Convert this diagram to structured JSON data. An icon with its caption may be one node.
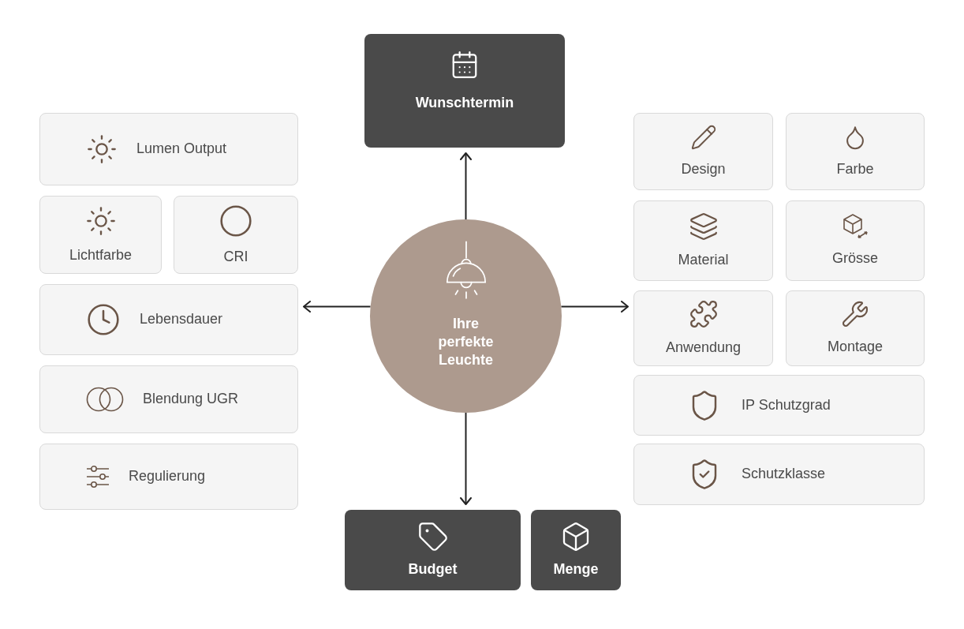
{
  "diagram": {
    "nodes": [
      {
        "text": [
          "Wunschtermin"
        ]
      },
      {
        "text": [
          "Lumen Output"
        ]
      },
      {
        "text": [
          "Lichtfarbe"
        ]
      },
      {
        "text": [
          "CRI"
        ]
      },
      {
        "text": [
          "Lebensdauer"
        ]
      },
      {
        "text": [
          "Blendung UGR"
        ]
      },
      {
        "text": [
          "Regulierung"
        ]
      },
      {
        "text": [
          "Ihre perfekte Leuchte"
        ]
      },
      {
        "text": [
          "Design"
        ]
      },
      {
        "text": [
          "Farbe"
        ]
      },
      {
        "text": [
          "Material"
        ]
      },
      {
        "text": [
          "Grösse"
        ]
      },
      {
        "text": [
          "Anwendung"
        ]
      },
      {
        "text": [
          "Montage"
        ]
      },
      {
        "text": [
          "IP Schutzgrad"
        ]
      },
      {
        "text": [
          "Schutzklasse"
        ]
      },
      {
        "text": [
          "Budget"
        ]
      },
      {
        "text": [
          "Menge"
        ]
      }
    ],
    "edges": [
      {
        "from": 7,
        "to": 0,
        "arrow": "to"
      },
      {
        "from": 7,
        "to": 4,
        "arrow": "to"
      },
      {
        "from": 7,
        "to": 12,
        "arrow": "to"
      },
      {
        "from": 7,
        "to": 16,
        "arrow": "to"
      }
    ]
  }
}
